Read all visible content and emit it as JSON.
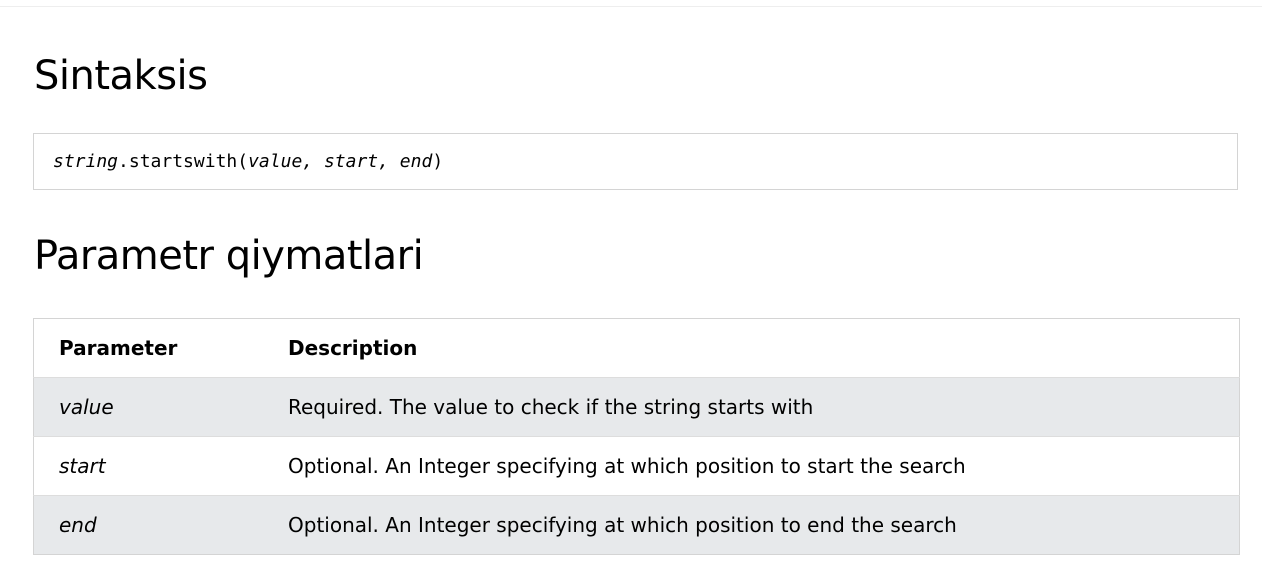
{
  "syntax": {
    "title": "Sintaksis",
    "code": {
      "object": "string",
      "dot": ".",
      "method": "startswith",
      "open_paren": "(",
      "params": "value, start, end",
      "close_paren": ")"
    }
  },
  "parameters": {
    "title": "Parametr qiymatlari",
    "headers": [
      "Parameter",
      "Description"
    ],
    "rows": [
      {
        "name": "value",
        "description": "Required. The value to check if the string starts with"
      },
      {
        "name": "start",
        "description": "Optional. An Integer specifying at which position to start the search"
      },
      {
        "name": "end",
        "description": "Optional. An Integer specifying at which position to end the search"
      }
    ]
  },
  "colors": {
    "stripe": "#e7e9eb",
    "border": "#d4d4d4",
    "text": "#000000"
  }
}
